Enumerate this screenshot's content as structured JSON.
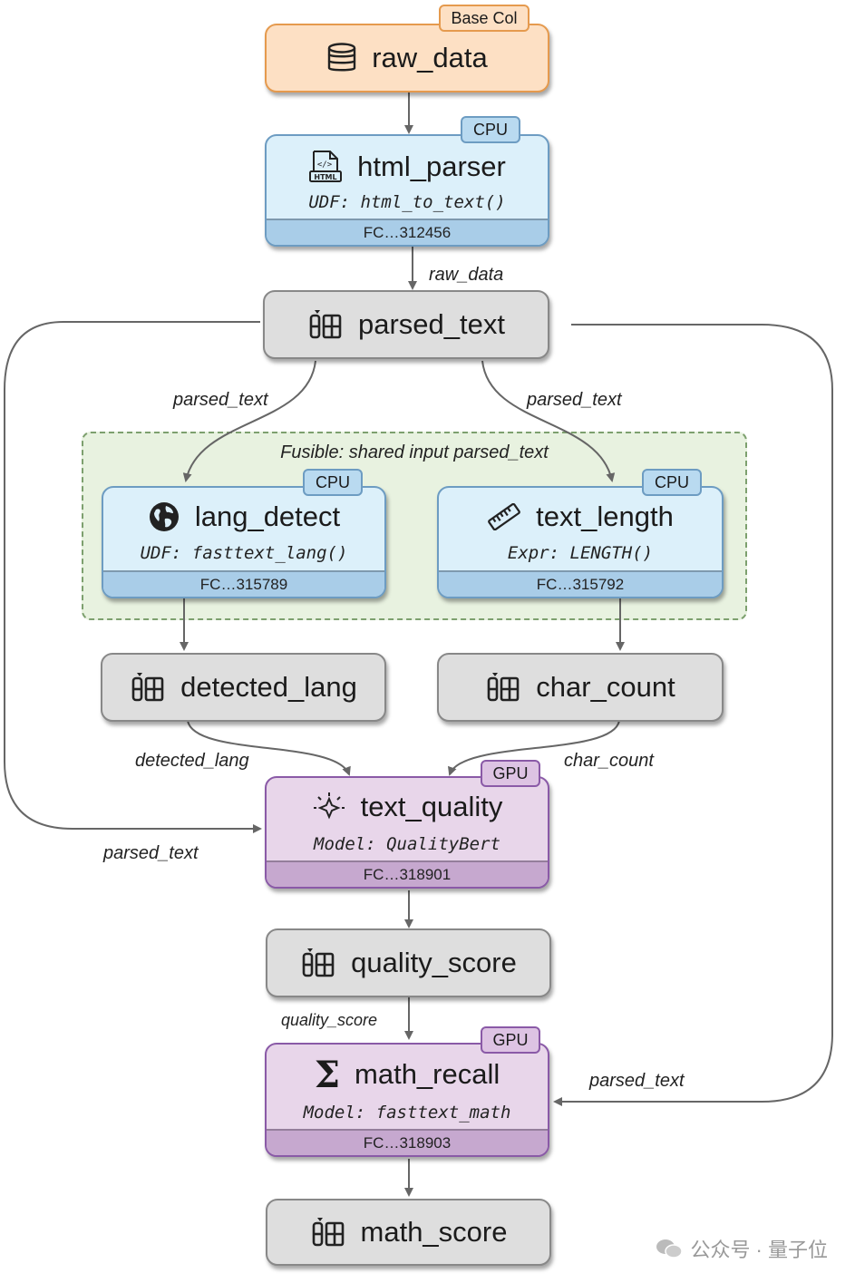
{
  "group": {
    "label": "Fusible: shared input parsed_text"
  },
  "nodes": {
    "raw_data": {
      "title": "raw_data",
      "badge": "Base Col"
    },
    "html_parser": {
      "title": "html_parser",
      "sub": "UDF: html_to_text()",
      "fc": "FC…312456",
      "badge": "CPU"
    },
    "parsed_text": {
      "title": "parsed_text"
    },
    "lang_detect": {
      "title": "lang_detect",
      "sub": "UDF: fasttext_lang()",
      "fc": "FC…315789",
      "badge": "CPU"
    },
    "text_length": {
      "title": "text_length",
      "sub": "Expr: LENGTH()",
      "fc": "FC…315792",
      "badge": "CPU"
    },
    "detected_lang": {
      "title": "detected_lang"
    },
    "char_count": {
      "title": "char_count"
    },
    "text_quality": {
      "title": "text_quality",
      "sub": "Model: QualityBert",
      "fc": "FC…318901",
      "badge": "GPU"
    },
    "quality_score": {
      "title": "quality_score"
    },
    "math_recall": {
      "title": "math_recall",
      "sub": "Model: fasttext_math",
      "fc": "FC…318903",
      "badge": "GPU"
    },
    "math_score": {
      "title": "math_score"
    }
  },
  "edge_labels": {
    "raw_data_to_parsed": "raw_data",
    "parsed_to_lang": "parsed_text",
    "parsed_to_length": "parsed_text",
    "detected_lang_to_quality": "detected_lang",
    "char_count_to_quality": "char_count",
    "parsed_to_quality": "parsed_text",
    "quality_score_to_math": "quality_score",
    "parsed_to_math": "parsed_text"
  },
  "watermark": "公众号 · 量子位",
  "colors": {
    "base_col": "#fde0c4",
    "cpu": "#dcf0fa",
    "gpu": "#e8d6ea",
    "column": "#dedede",
    "fusible_group": "#e8f2e0"
  }
}
